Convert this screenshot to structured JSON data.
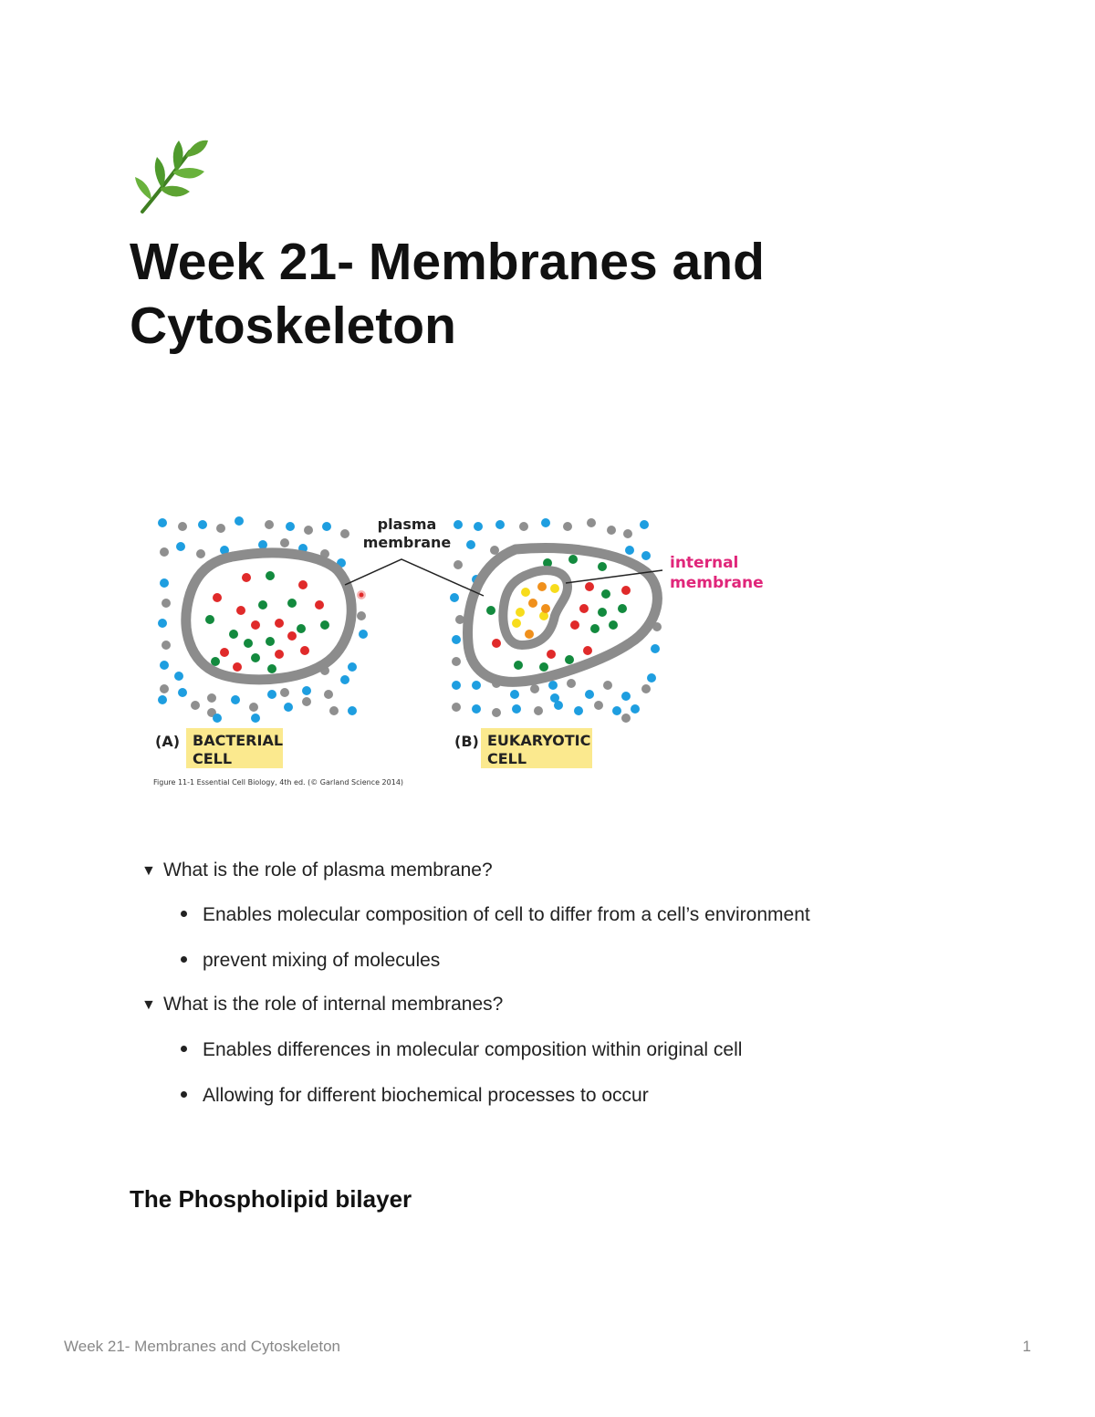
{
  "page": {
    "icon": "herb-leaf-icon",
    "title": "Week 21- Membranes and Cytoskeleton"
  },
  "figure": {
    "label_plasma_1": "plasma",
    "label_plasma_2": "membrane",
    "label_internal_1": "internal",
    "label_internal_2": "membrane",
    "panel_a_letter": "(A)",
    "panel_a_line1": "BACTERIAL",
    "panel_a_line2": "CELL",
    "panel_b_letter": "(B)",
    "panel_b_line1": "EUKARYOTIC",
    "panel_b_line2": "CELL",
    "caption": "Figure 11-1 Essential Cell Biology, 4th ed. (© Garland Science 2014)",
    "colors": {
      "membrane": "#8c8c8c",
      "blue": "#1e9ee0",
      "gray": "#8f8f8f",
      "red": "#e02a2a",
      "green": "#138a3e",
      "orange": "#f0901c",
      "yellow": "#f7dc1c",
      "label_bg": "#fbe98e",
      "internal_label": "#e0267a"
    }
  },
  "toggles": [
    {
      "question": "What is the role of plasma membrane?",
      "bullets": [
        "Enables molecular composition of cell to differ from a cell’s environment",
        "prevent mixing of molecules"
      ]
    },
    {
      "question": "What is the role of internal membranes?",
      "bullets": [
        "Enables differences in molecular composition within original cell",
        "Allowing for different biochemical processes to occur"
      ]
    }
  ],
  "section_heading": "The Phospholipid bilayer",
  "footer": {
    "title": "Week 21- Membranes and Cytoskeleton",
    "page_number": "1"
  }
}
